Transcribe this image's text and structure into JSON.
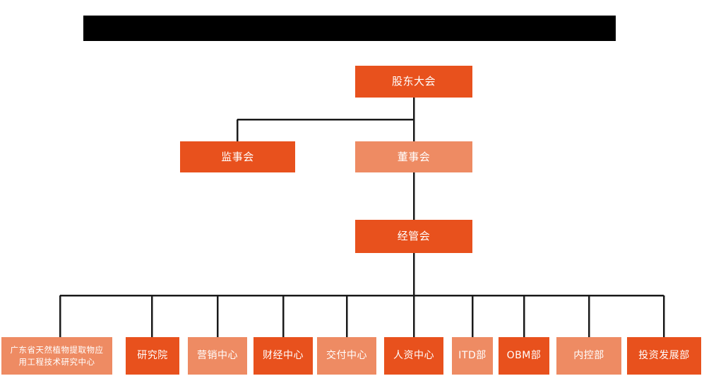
{
  "banner": {
    "name": "redacted-title-bar",
    "text": "",
    "color": "#000000"
  },
  "palette": {
    "dark_orange": "#e8511d",
    "light_orange": "#ee8b63",
    "background": "#ffffff",
    "connector_line": "#1a1a1a",
    "text": "#ffffff"
  },
  "chart_data": {
    "type": "diagram",
    "subtype": "organization-chart",
    "title": "",
    "orientation": "top-down",
    "levels": 4,
    "nodes": [
      {
        "id": "n1",
        "label": "股东大会",
        "level": 1,
        "shade": "dark",
        "parent": null
      },
      {
        "id": "n2",
        "label": "监事会",
        "level": 2,
        "shade": "dark",
        "parent": "n1"
      },
      {
        "id": "n3",
        "label": "董事会",
        "level": 2,
        "shade": "light",
        "parent": "n1"
      },
      {
        "id": "n4",
        "label": "经管会",
        "level": 3,
        "shade": "dark",
        "parent": "n3"
      },
      {
        "id": "d1",
        "label": "广东省天然植物提取物应\n用工程技术研究中心",
        "level": 4,
        "shade": "light",
        "parent": "n4"
      },
      {
        "id": "d2",
        "label": "研究院",
        "level": 4,
        "shade": "dark",
        "parent": "n4"
      },
      {
        "id": "d3",
        "label": "营销中心",
        "level": 4,
        "shade": "light",
        "parent": "n4"
      },
      {
        "id": "d4",
        "label": "财经中心",
        "level": 4,
        "shade": "dark",
        "parent": "n4"
      },
      {
        "id": "d5",
        "label": "交付中心",
        "level": 4,
        "shade": "light",
        "parent": "n4"
      },
      {
        "id": "d6",
        "label": "人资中心",
        "level": 4,
        "shade": "dark",
        "parent": "n4"
      },
      {
        "id": "d7",
        "label": "ITD部",
        "level": 4,
        "shade": "light",
        "parent": "n4"
      },
      {
        "id": "d8",
        "label": "OBM部",
        "level": 4,
        "shade": "dark",
        "parent": "n4"
      },
      {
        "id": "d9",
        "label": "内控部",
        "level": 4,
        "shade": "light",
        "parent": "n4"
      },
      {
        "id": "d10",
        "label": "投资发展部",
        "level": 4,
        "shade": "dark",
        "parent": "n4"
      }
    ]
  },
  "nodes": {
    "n1": {
      "label": "股东大会"
    },
    "n2": {
      "label": "监事会"
    },
    "n3": {
      "label": "董事会"
    },
    "n4": {
      "label": "经管会"
    },
    "d1": {
      "label": "广东省天然植物提取物应\n用工程技术研究中心"
    },
    "d2": {
      "label": "研究院"
    },
    "d3": {
      "label": "营销中心"
    },
    "d4": {
      "label": "财经中心"
    },
    "d5": {
      "label": "交付中心"
    },
    "d6": {
      "label": "人资中心"
    },
    "d7": {
      "label": "ITD部"
    },
    "d8": {
      "label": "OBM部"
    },
    "d9": {
      "label": "内控部"
    },
    "d10": {
      "label": "投资发展部"
    }
  }
}
